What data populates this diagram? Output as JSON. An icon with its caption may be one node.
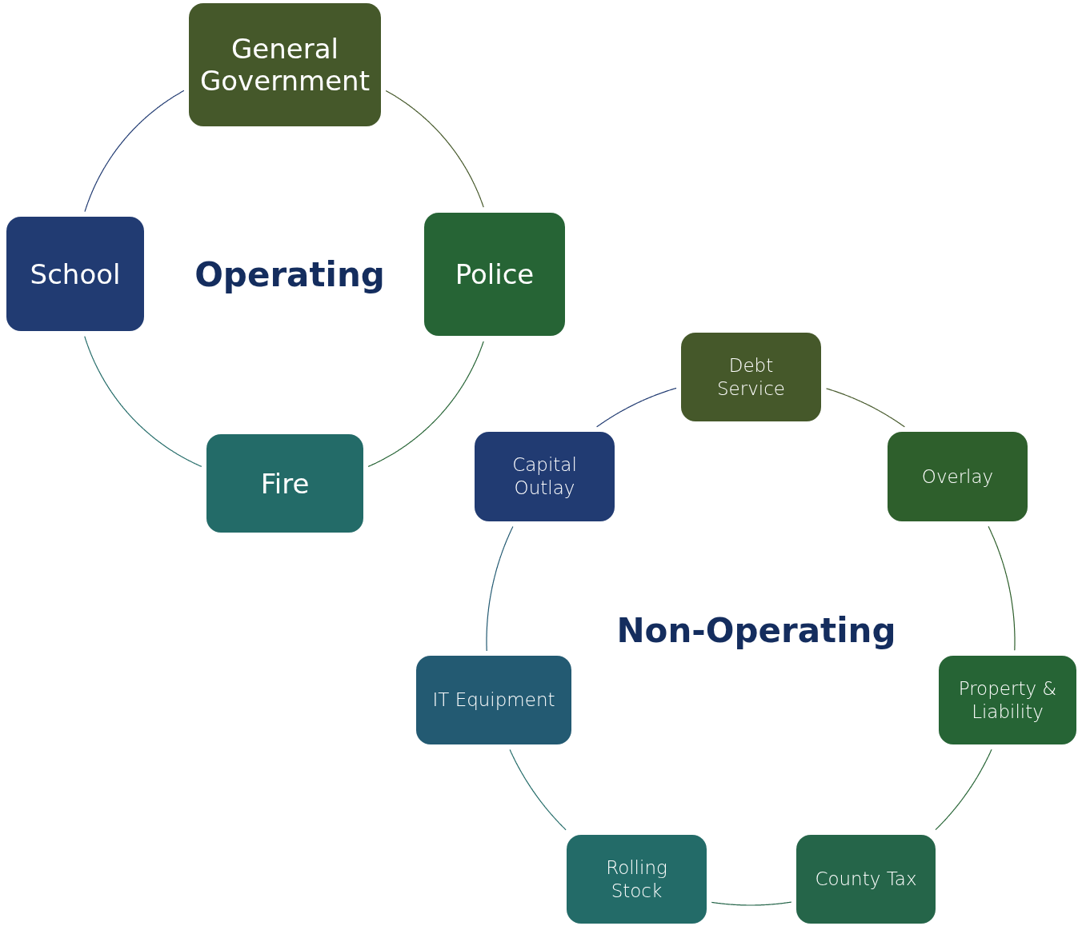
{
  "diagram": {
    "nodes": [
      {
        "text": [
          "General Government"
        ]
      },
      {
        "text": [
          "Police"
        ]
      },
      {
        "text": [
          "Fire"
        ]
      },
      {
        "text": [
          "School"
        ]
      },
      {
        "text": [
          "Debt Service"
        ]
      },
      {
        "text": [
          "Overlay"
        ]
      },
      {
        "text": [
          "Property & Liability"
        ]
      },
      {
        "text": [
          "County Tax"
        ]
      },
      {
        "text": [
          "Rolling Stock"
        ]
      },
      {
        "text": [
          "IT Equipment"
        ]
      },
      {
        "text": [
          "Capital Outlay"
        ]
      }
    ],
    "edges": [
      {
        "from": 0,
        "to": 1,
        "arrow": "none",
        "color": "#45582a"
      },
      {
        "from": 1,
        "to": 2,
        "arrow": "none",
        "color": "#266435"
      },
      {
        "from": 2,
        "to": 3,
        "arrow": "none",
        "color": "#236b68"
      },
      {
        "from": 3,
        "to": 0,
        "arrow": "none",
        "color": "#213b72"
      },
      {
        "from": 4,
        "to": 5,
        "arrow": "none",
        "color": "#45582a"
      },
      {
        "from": 5,
        "to": 6,
        "arrow": "none",
        "color": "#2e5f2c"
      },
      {
        "from": 6,
        "to": 7,
        "arrow": "none",
        "color": "#266435"
      },
      {
        "from": 7,
        "to": 8,
        "arrow": "none",
        "color": "#256549"
      },
      {
        "from": 8,
        "to": 9,
        "arrow": "none",
        "color": "#236b68"
      },
      {
        "from": 9,
        "to": 10,
        "arrow": "none",
        "color": "#235a72"
      },
      {
        "from": 10,
        "to": 4,
        "arrow": "none",
        "color": "#213b72"
      }
    ],
    "labels": [
      "Operating",
      "Non-Operating"
    ]
  }
}
